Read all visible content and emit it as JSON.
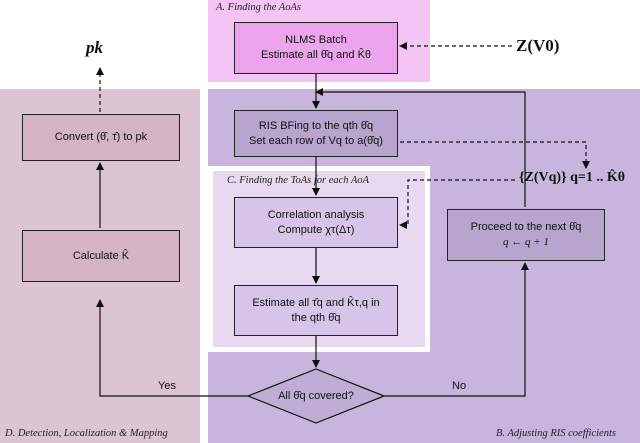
{
  "regions": {
    "a": {
      "label": "A. Finding the AoAs"
    },
    "b": {
      "label": "B. Adjusting RIS coefficients"
    },
    "c": {
      "label": "C. Finding the ToAs  for each AoA"
    },
    "d": {
      "label": "D. Detection, Localization & Mapping"
    }
  },
  "boxes": {
    "nlms": {
      "line1": "NLMS Batch",
      "line2": "Estimate all θ̂q and K̂θ"
    },
    "ris": {
      "line1": "RIS BFing to the qth θ̂q",
      "line2": "Set each row of Vq to a(θ̂q)"
    },
    "corr": {
      "line1": "Correlation analysis",
      "line2": "Compute χτ(Δτ)"
    },
    "est": {
      "line1": "Estimate all τ̂q and K̂τ,q in",
      "line2": "the qth θ̂q"
    },
    "proceed": {
      "line1": "Proceed to the next θ̂q",
      "line2": "q ← q + 1"
    },
    "convert": {
      "line1": "Convert (θ̂, τ̂) to pk"
    },
    "calc": {
      "line1": "Calculate K̂"
    },
    "decision": {
      "line1": "All θ̂q covered?"
    }
  },
  "side": {
    "input": "Z(V0)",
    "measurements": "{Z(Vq)} q=1 .. K̂θ",
    "output": "pk"
  },
  "edges": {
    "yes": "Yes",
    "no": "No"
  },
  "colors": {
    "region_a": "#f4c4f4",
    "region_b": "#c8b4dc",
    "region_c": "#e8d8f0",
    "region_d": "#dcc4d0",
    "box_a": "#eca4ec",
    "box_b": "#b8a4cc",
    "box_c": "#d8c4e8",
    "box_d": "#d4b4c4",
    "decision": "#c0acd4"
  }
}
